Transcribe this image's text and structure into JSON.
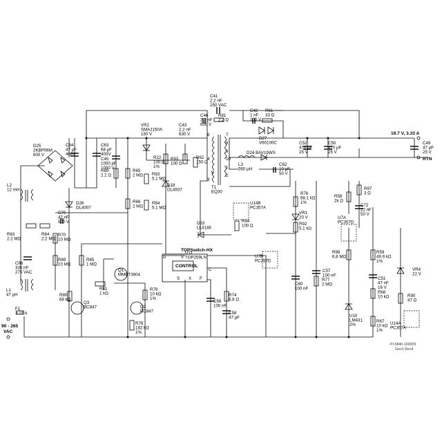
{
  "outputs": {
    "v_out": "19.7 V, 3.33 A",
    "rtn": "RTN"
  },
  "input": {
    "line1": "90 - 265",
    "line2": "VAC"
  },
  "note": {
    "line1": "PI-5840-102009",
    "line2": "Gen1 Rev4"
  },
  "labels": [
    {
      "id": "c41",
      "lines": [
        "C41",
        "2.2 nF",
        "250 VAC"
      ]
    },
    {
      "id": "c46",
      "lines": [
        "C46",
        "2.2 nF",
        "630 V"
      ]
    },
    {
      "id": "r81",
      "lines": [
        "R81",
        "2.2 Ω"
      ]
    },
    {
      "id": "c42",
      "lines": [
        "C42",
        "1 nF",
        "100 V"
      ]
    },
    {
      "id": "r61",
      "lines": [
        "R61",
        "33 Ω"
      ]
    },
    {
      "id": "d27",
      "lines": [
        "D27",
        "V60100C"
      ]
    },
    {
      "id": "vr2",
      "lines": [
        "VR2",
        "SMAJ150A",
        "150 V"
      ]
    },
    {
      "id": "c43",
      "lines": [
        "C43",
        "2.2 nF",
        "630 V"
      ]
    },
    {
      "id": "c52",
      "lines": [
        "C52",
        "470 μF",
        "25 V"
      ]
    },
    {
      "id": "c50",
      "lines": [
        "C50",
        "470 μF",
        "25 V"
      ]
    },
    {
      "id": "c49",
      "lines": [
        "C49",
        "47 μF",
        "25 V"
      ]
    },
    {
      "id": "d25",
      "lines": [
        "D25",
        "2KBP06M",
        "600 V"
      ]
    },
    {
      "id": "c64",
      "lines": [
        "C64",
        "47 μF",
        "400V"
      ]
    },
    {
      "id": "c63",
      "lines": [
        "C63",
        "68 μF",
        "400V"
      ]
    },
    {
      "id": "c45",
      "lines": [
        "C45",
        "1000 pF",
        "1000 V"
      ]
    },
    {
      "id": "r89",
      "lines": [
        "R89",
        "2.2 Ω"
      ]
    },
    {
      "id": "r65",
      "lines": [
        "R65",
        "2 MΩ"
      ]
    },
    {
      "id": "r22",
      "lines": [
        "R22",
        "100 Ω",
        "1%"
      ]
    },
    {
      "id": "r93",
      "lines": [
        "R93",
        "100 Ω"
      ]
    },
    {
      "id": "r62",
      "lines": [
        "R62",
        "150 Ω"
      ]
    },
    {
      "id": "r83",
      "lines": [
        "R83",
        "5.1 MΩ"
      ]
    },
    {
      "id": "d18",
      "lines": [
        "D18",
        "DL4937"
      ]
    },
    {
      "id": "t1",
      "lines": [
        "T1",
        "EQ30"
      ]
    },
    {
      "id": "l3",
      "lines": [
        "L3",
        "560 μH"
      ]
    },
    {
      "id": "d24",
      "lines": [
        "D24 BAV19WS"
      ]
    },
    {
      "id": "c62",
      "lines": [
        "C62",
        "10 μF",
        "50 V"
      ]
    },
    {
      "id": "r97",
      "lines": [
        "R97",
        "3 Ω"
      ]
    },
    {
      "id": "r58",
      "lines": [
        "R58",
        "2k Ω"
      ]
    },
    {
      "id": "c72",
      "lines": [
        "C72",
        "22 nF",
        "50 V"
      ]
    },
    {
      "id": "l2",
      "lines": [
        "L2",
        "12 mH"
      ]
    },
    {
      "id": "d26",
      "lines": [
        "D26",
        "DL4007"
      ]
    },
    {
      "id": "r66",
      "lines": [
        "R66",
        "2 MΩ"
      ]
    },
    {
      "id": "r84",
      "lines": [
        "R84",
        "5.1 MΩ"
      ]
    },
    {
      "id": "r76",
      "lines": [
        "R76",
        "68.1 kΩ",
        "1%"
      ]
    },
    {
      "id": "u14b",
      "lines": [
        "U14B",
        "PC357A"
      ]
    },
    {
      "id": "u7a",
      "lines": [
        "U7A",
        "PC357D"
      ]
    },
    {
      "id": "c70",
      "lines": [
        "C70",
        "47 nF",
        "500 V"
      ]
    },
    {
      "id": "r63",
      "lines": [
        "R63",
        "2.2 MΩ"
      ]
    },
    {
      "id": "r64",
      "lines": [
        "R64",
        "2.2 MΩ"
      ]
    },
    {
      "id": "r94",
      "lines": [
        "R94",
        "100 Ω"
      ]
    },
    {
      "id": "vr1",
      "lines": [
        "VR1",
        "20 V"
      ]
    },
    {
      "id": "r92",
      "lines": [
        "R92",
        "5.1 kΩ"
      ]
    },
    {
      "id": "d33",
      "lines": [
        "D33",
        "LL4148"
      ]
    },
    {
      "id": "r70",
      "lines": [
        "R70",
        "10 MΩ"
      ]
    },
    {
      "id": "c66",
      "lines": [
        "C66",
        "330 nF",
        "275 VAC"
      ]
    },
    {
      "id": "r85",
      "lines": [
        "R85",
        "1 MΩ"
      ]
    },
    {
      "id": "r69",
      "lines": [
        "R69",
        "10 MΩ"
      ]
    },
    {
      "id": "u11",
      "lines": [
        "U11",
        "TOP259LN"
      ]
    },
    {
      "id": "u7b",
      "lines": [
        "U7B",
        "PC357D"
      ]
    },
    {
      "id": "r98",
      "lines": [
        "R98",
        "6.8 MΩ"
      ]
    },
    {
      "id": "r59",
      "lines": [
        "R59",
        "49.9 kΩ",
        "1%"
      ]
    },
    {
      "id": "q1",
      "lines": [
        "Q1",
        "MMBT3904"
      ]
    },
    {
      "id": "c57",
      "lines": [
        "C57",
        "100 nF"
      ]
    },
    {
      "id": "c51",
      "lines": [
        "C51",
        "47 nF",
        "16 V"
      ]
    },
    {
      "id": "vr4",
      "lines": [
        "VR4",
        "22 V"
      ]
    },
    {
      "id": "r81b",
      "lines": [
        "R81",
        "1 kΩ"
      ]
    },
    {
      "id": "c60",
      "lines": [
        "C60",
        "100 nF"
      ]
    },
    {
      "id": "r77",
      "lines": [
        "R77",
        "2 MΩ"
      ]
    },
    {
      "id": "r68",
      "lines": [
        "R68",
        "10 kΩ"
      ]
    },
    {
      "id": "l1",
      "lines": [
        "L1",
        "47 μH"
      ]
    },
    {
      "id": "r80",
      "lines": [
        "R80",
        "68 kΩ"
      ]
    },
    {
      "id": "r79",
      "lines": [
        "R79",
        "10 kΩ",
        "1%"
      ]
    },
    {
      "id": "c56",
      "lines": [
        "C56",
        "100 nF"
      ]
    },
    {
      "id": "r74",
      "lines": [
        "R74",
        "6.8 Ω"
      ]
    },
    {
      "id": "r90",
      "lines": [
        "R90",
        "47 Ω"
      ]
    },
    {
      "id": "q3",
      "lines": [
        "Q3",
        "BC847"
      ]
    },
    {
      "id": "q2",
      "lines": [
        "Q2",
        "BC847"
      ]
    },
    {
      "id": "c58",
      "lines": [
        "C58",
        "47 μF"
      ]
    },
    {
      "id": "u10",
      "lines": [
        "U10",
        "LM431",
        "2%"
      ]
    },
    {
      "id": "r67",
      "lines": [
        "R67",
        "10 kΩ",
        "1%"
      ]
    },
    {
      "id": "f1",
      "lines": [
        "F1",
        "3.15 A"
      ]
    },
    {
      "id": "r78",
      "lines": [
        "R78",
        "182 kΩ",
        "1%"
      ]
    },
    {
      "id": "u14a",
      "lines": [
        "U14A",
        "PC357A"
      ]
    }
  ],
  "ic": {
    "family": "TOPSwitch-HX",
    "block": "CONTROL",
    "pins": [
      "D",
      "V",
      "C",
      "S",
      "X",
      "F"
    ]
  },
  "transformer_pins": [
    "6",
    "4",
    "3",
    "5",
    "7",
    "8",
    "9",
    "10",
    "1",
    "2"
  ]
}
